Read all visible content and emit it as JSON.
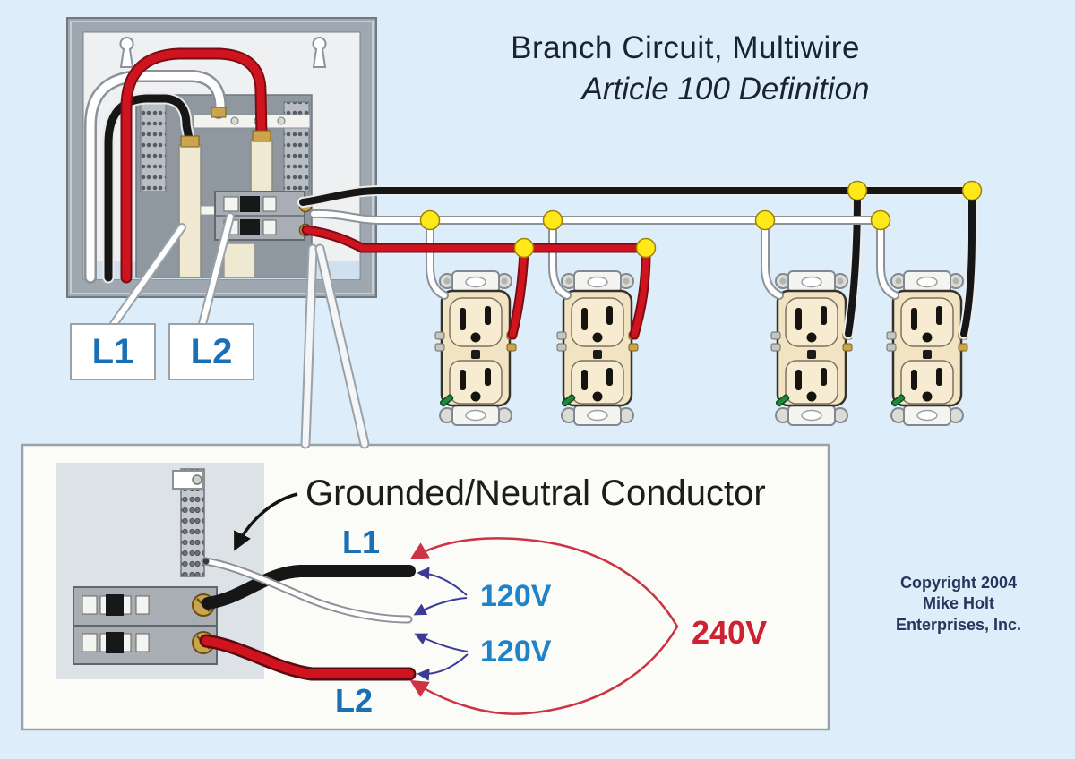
{
  "title": {
    "line1": "Branch Circuit, Multiwire",
    "line2": "Article 100 Definition"
  },
  "panel_labels": {
    "l1": "L1",
    "l2": "L2"
  },
  "inset": {
    "conductor_label": "Grounded/Neutral Conductor",
    "l1": "L1",
    "l2": "L2",
    "voltage_top": "120V",
    "voltage_bottom": "120V",
    "voltage_line_to_line": "240V"
  },
  "copyright": {
    "line1": "Copyright 2004",
    "line2": "Mike Holt",
    "line3": "Enterprises, Inc."
  },
  "icons": {
    "connection_dot": "yellow wire-splice dot",
    "keyhole": "panel mounting keyhole",
    "receptacle": "duplex receptacle outlet",
    "breaker": "two-pole circuit breaker",
    "neutral_bar": "grounded/neutral terminal bar"
  },
  "colors": {
    "bg": "#ddeefa",
    "ink": "#1b2230",
    "label-blue": "#1a6fb5",
    "volt-blue": "#1e83c8",
    "volt-red": "#cc2231",
    "wire-black": "#161616",
    "wire-white": "#ffffff",
    "wire-red": "#cf1420",
    "dot-yellow": "#ffe81a",
    "panel-gray": "#9fa8b0",
    "cream": "#f2e3c2",
    "inset-bg": "#fbfbf8",
    "arrow-blue": "#3a3a99",
    "copyright-blue": "#26365c"
  }
}
